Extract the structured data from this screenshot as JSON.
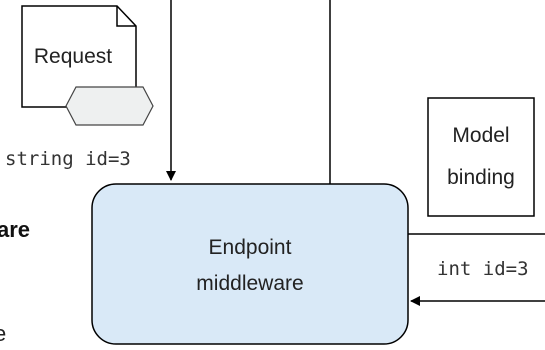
{
  "diagram": {
    "request_label": "Request",
    "request_param": "string id=3",
    "model_binding_line1": "Model",
    "model_binding_line2": "binding",
    "endpoint_line1": "Endpoint",
    "endpoint_line2": "middleware",
    "bound_param": "int id=3",
    "left_cut_text_1": "are",
    "left_cut_text_2": "e"
  }
}
